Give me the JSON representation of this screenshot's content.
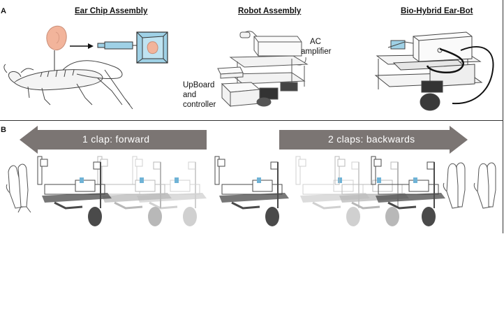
{
  "panel_a": {
    "letter": "A",
    "titles": {
      "ear_chip": "Ear Chip Assembly",
      "robot": "Robot Assembly",
      "biohybrid": "Bio-Hybrid Ear-Bot"
    },
    "labels": {
      "ac_line1": "AC",
      "ac_line2": "amplifier",
      "upboard_line1": "UpBoard",
      "upboard_line2": "and",
      "upboard_line3": "controller"
    }
  },
  "panel_b": {
    "letter": "B",
    "forward_label": "1 clap: forward",
    "backward_label": "2 claps: backwards"
  },
  "colors": {
    "arrow_gray": "#7b7573",
    "ear_pink": "#f2b49b",
    "chip_blue": "#9fd1e6",
    "outline": "#333333"
  }
}
